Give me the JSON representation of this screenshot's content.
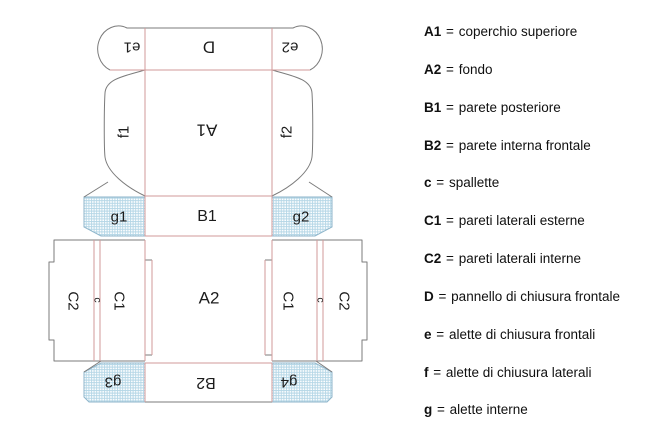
{
  "diagram": {
    "name": "box die-cut template",
    "panels": {
      "e1": "e1",
      "d": "D",
      "e2": "e2",
      "f1": "f1",
      "a1": "A1",
      "f2": "f2",
      "g1": "g1",
      "b1": "B1",
      "g2": "g2",
      "c2": "C2",
      "c": "c",
      "c1": "C1",
      "a2": "A2",
      "g3": "g3",
      "b2": "B2",
      "g4": "g4"
    },
    "colors": {
      "cut_line": "#7b7b7b",
      "crease_line": "#d29a9a",
      "flap_grid": "#b4d6e6",
      "flap_border": "#8fb6cb",
      "label_text": "#1c1c1c"
    }
  },
  "legend": {
    "eq": "=",
    "items": [
      {
        "key": "A1",
        "desc": "coperchio superiore"
      },
      {
        "key": "A2",
        "desc": "fondo"
      },
      {
        "key": "B1",
        "desc": "parete posteriore"
      },
      {
        "key": "B2",
        "desc": "parete interna frontale"
      },
      {
        "key": "c",
        "desc": "spallette"
      },
      {
        "key": "C1",
        "desc": "pareti laterali esterne"
      },
      {
        "key": "C2",
        "desc": "pareti laterali interne"
      },
      {
        "key": "D",
        "desc": "pannello di chiusura frontale"
      },
      {
        "key": "e",
        "desc": "alette di chiusura frontali"
      },
      {
        "key": "f",
        "desc": "alette di chiusura laterali"
      },
      {
        "key": "g",
        "desc": "alette interne"
      }
    ]
  }
}
